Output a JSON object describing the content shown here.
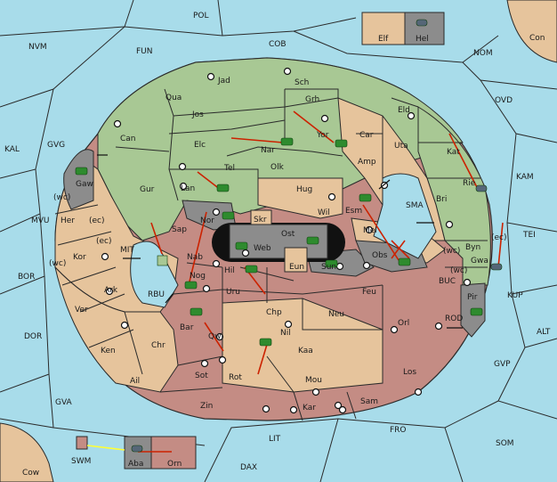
{
  "colors": {
    "sea": "#a8dcea",
    "green_power": "#a8c894",
    "tan_power": "#e6c49c",
    "red_power": "#c48c84",
    "neutral_grey": "#8c8c8c",
    "border": "#2a2a2a",
    "order_arrow": "#cc2200",
    "unit_green": "#2e8b2e",
    "convoy_line": "#ffff33"
  },
  "sea_labels": [
    "POL",
    "NVM",
    "FUN",
    "COB",
    "NOM",
    "Con",
    "OVD",
    "KAL",
    "GVG",
    "KAM",
    "MVU",
    "MIT",
    "SMA",
    "TEI",
    "BOR",
    "RBU",
    "BUC",
    "KUP",
    "DOR",
    "ROD",
    "ALT",
    "GVP",
    "GVA",
    "FRO",
    "SOM",
    "LIT",
    "SWM",
    "DAX",
    "Cow"
  ],
  "land_labels": [
    "Elf",
    "Hel",
    "Jad",
    "Sch",
    "Qua",
    "Jos",
    "Grh",
    "Eld",
    "Can",
    "Car",
    "Elc",
    "Nar",
    "Yor",
    "Uta",
    "Amp",
    "Kat",
    "Tel",
    "Olk",
    "Gaw",
    "Lan",
    "Hug",
    "Rie",
    "Gur",
    "Wil",
    "Esm",
    "Bri",
    "Nor",
    "Skr",
    "Ost",
    "Her",
    "Sap",
    "Web",
    "Mel",
    "Byn",
    "Kor",
    "Nab",
    "Obs",
    "Gwa",
    "Hil",
    "Sun",
    "Eun",
    "Nog",
    "Uru",
    "Feu",
    "Pir",
    "Ark",
    "Chp",
    "Neu",
    "Bar",
    "Qwi",
    "Nil",
    "Orl",
    "Ver",
    "Ken",
    "Chr",
    "Kaa",
    "Los",
    "Ail",
    "Sot",
    "Rot",
    "Mou",
    "Zin",
    "Kar",
    "Sam",
    "Aba",
    "Orn"
  ],
  "coast_marks": [
    "(wc)",
    "(ec)",
    "(ec)",
    "(wc)",
    "(wc)",
    "(ec)",
    "(wc)"
  ],
  "legend_note": ""
}
